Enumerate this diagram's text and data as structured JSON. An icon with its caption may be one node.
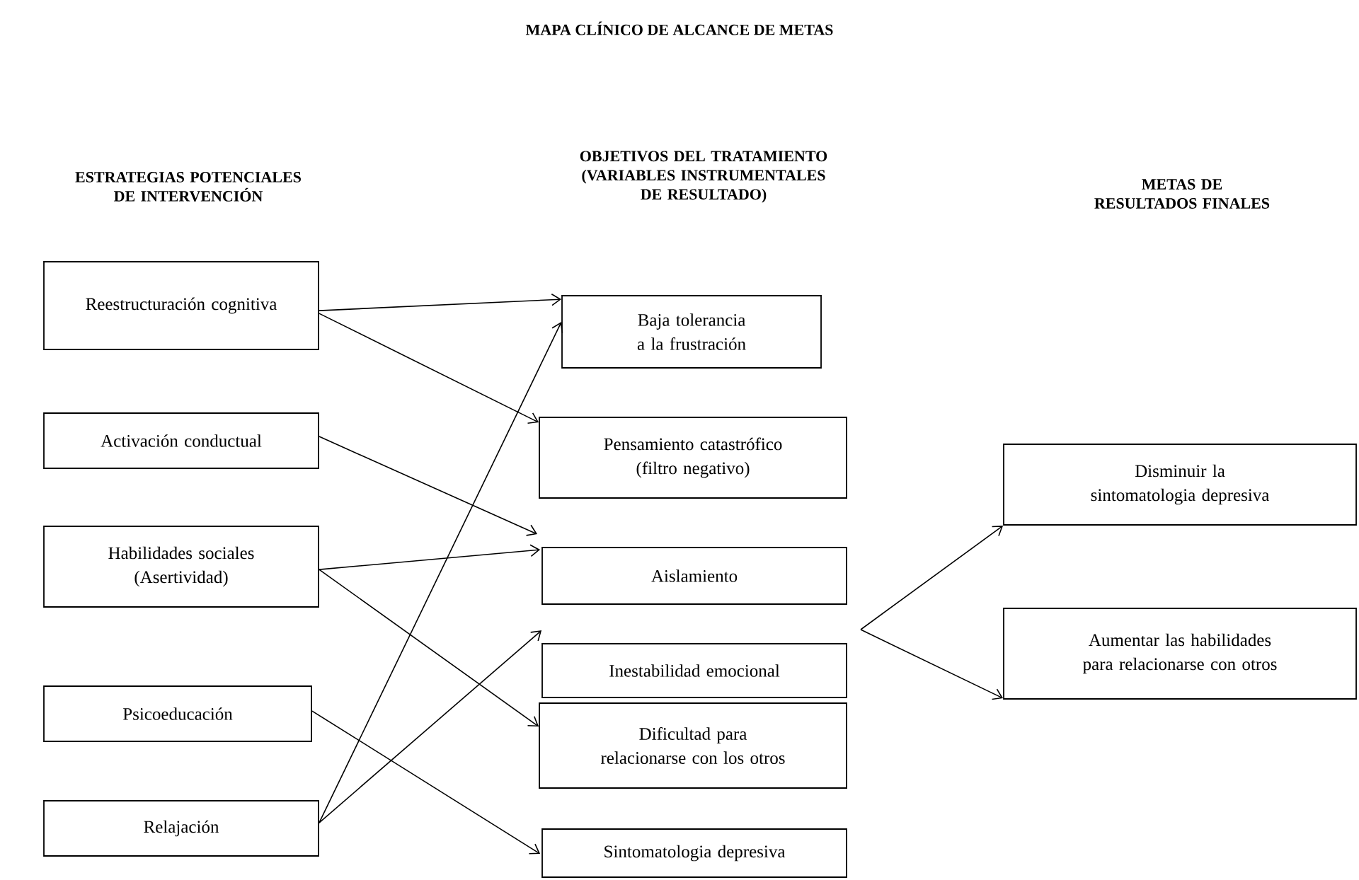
{
  "diagram": {
    "title": "MAPA CLÍNICO DE ALCANCE DE METAS",
    "nodes": [
      {
        "text": [
          "Reestructuración cognitiva"
        ]
      },
      {
        "text": [
          "Activación conductual"
        ]
      },
      {
        "text": [
          "Habilidades sociales (Asertividad)"
        ]
      },
      {
        "text": [
          "Psicoeducación"
        ]
      },
      {
        "text": [
          "Relajación"
        ]
      },
      {
        "text": [
          "Baja tolerancia a la frustración"
        ]
      },
      {
        "text": [
          "Pensamiento catastrófico (filtro negativo)"
        ]
      },
      {
        "text": [
          "Aislamiento"
        ]
      },
      {
        "text": [
          "Inestabilidad emocional"
        ]
      },
      {
        "text": [
          "Dificultad para relacionarse con los otros"
        ]
      },
      {
        "text": [
          "Sintomatologia depresiva"
        ]
      },
      {
        "text": [
          "Disminuir la sintomatologia depresiva"
        ]
      },
      {
        "text": [
          "Aumentar las habilidades para relacionarse con otros"
        ]
      }
    ],
    "edges": [
      {
        "from": 0,
        "to": 5,
        "arrow": "to"
      },
      {
        "from": 0,
        "to": 6,
        "arrow": "to"
      },
      {
        "from": 1,
        "to": 7,
        "arrow": "to"
      },
      {
        "from": 2,
        "to": 7,
        "arrow": "to"
      },
      {
        "from": 2,
        "to": 9,
        "arrow": "to"
      },
      {
        "from": 3,
        "to": 10,
        "arrow": "to"
      },
      {
        "from": 4,
        "to": 5,
        "arrow": "to"
      },
      {
        "from": 4,
        "to": 8,
        "arrow": "to"
      },
      {
        "from": null,
        "to": 11,
        "arrow": "to"
      },
      {
        "from": null,
        "to": 12,
        "arrow": "to"
      }
    ],
    "labels": [
      "ESTRATEGIAS POTENCIALES DE INTERVENCIÓN",
      "OBJETIVOS DEL TRATAMIENTO (VARIABLES INSTRUMENTALES DE RESULTADO)",
      "METAS DE RESULTADOS FINALES"
    ]
  }
}
